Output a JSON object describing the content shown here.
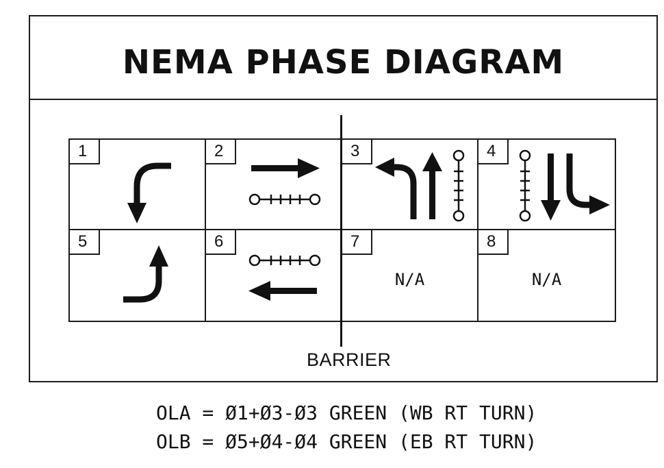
{
  "title": "NEMA PHASE DIAGRAM",
  "phases": [
    {
      "number": "1",
      "movement": "left-turn-arrow"
    },
    {
      "number": "2",
      "movement": "through-arrow-right-with-ped-crosswalk"
    },
    {
      "number": "3",
      "movement": "left-and-through-arrows-with-ped-crosswalk"
    },
    {
      "number": "4",
      "movement": "through-and-left-arrows-with-ped-crosswalk"
    },
    {
      "number": "5",
      "movement": "left-turn-arrow"
    },
    {
      "number": "6",
      "movement": "through-arrow-left-with-ped-crosswalk"
    },
    {
      "number": "7",
      "text": "N/A"
    },
    {
      "number": "8",
      "text": "N/A"
    }
  ],
  "barrier_label": "BARRIER",
  "overlaps": [
    "OLA = Ø1+Ø3-Ø3 GREEN (WB RT TURN)",
    "OLB = Ø5+Ø4-Ø4 GREEN (EB RT TURN)"
  ],
  "colors": {
    "ink": "#111111",
    "background": "#ffffff"
  }
}
